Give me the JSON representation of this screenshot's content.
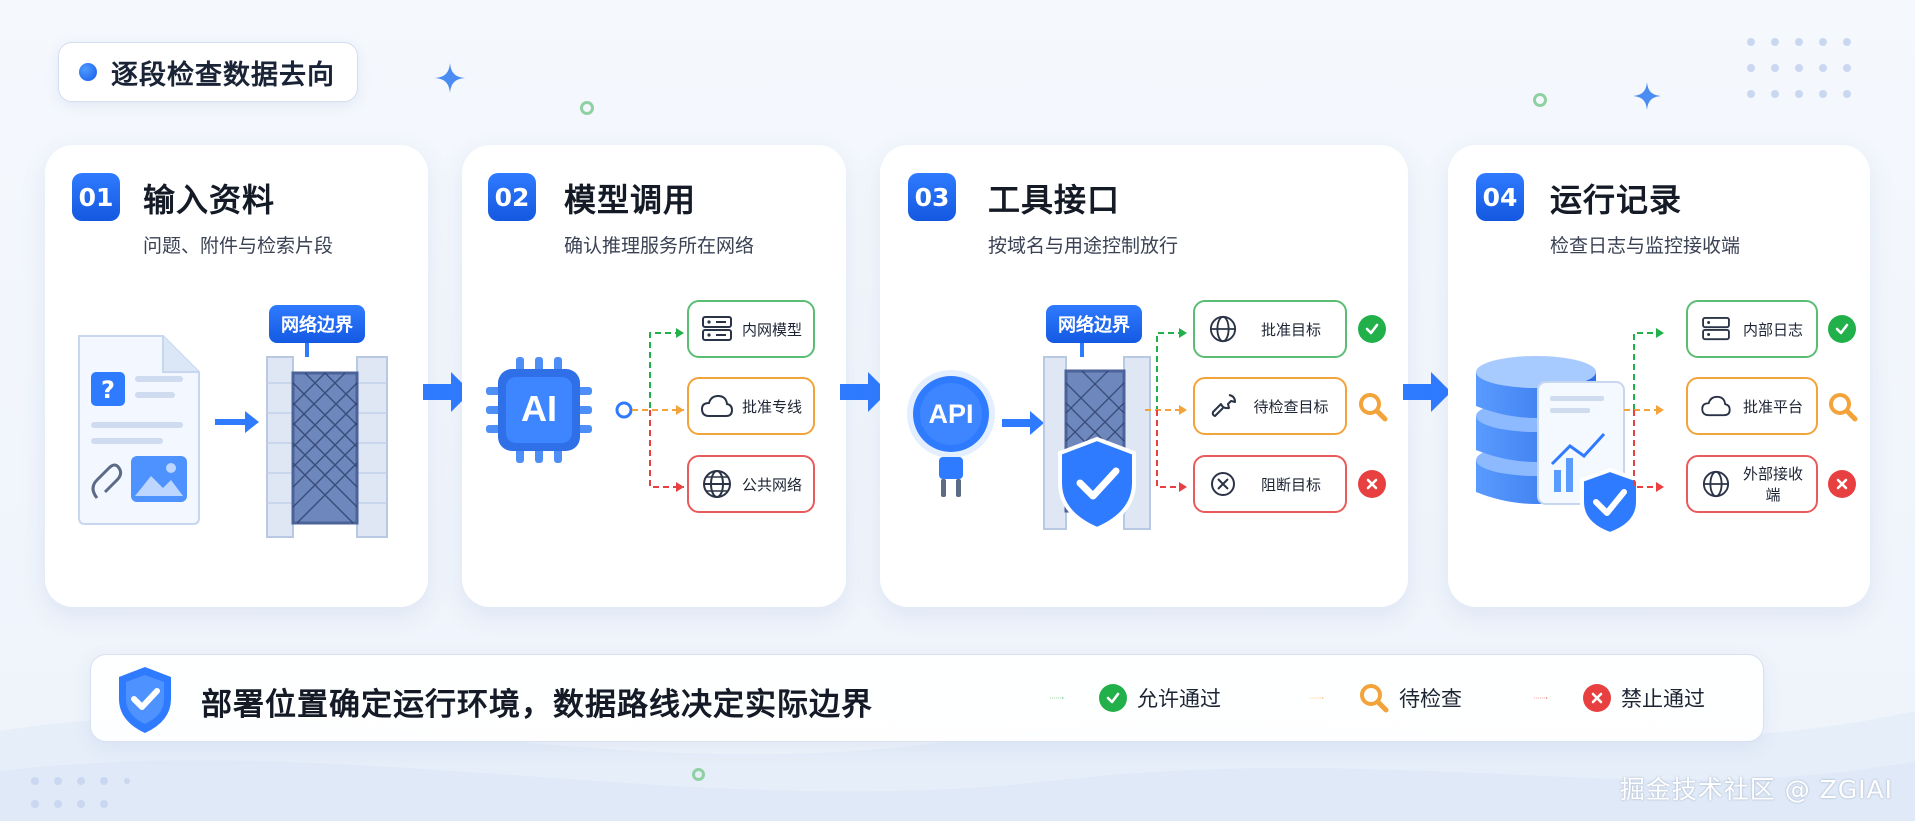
{
  "header": {
    "title": "逐段检查数据去向"
  },
  "cards": [
    {
      "number": "01",
      "title": "输入资料",
      "subtitle": "问题、附件与检索片段",
      "boundary": "网络边界"
    },
    {
      "number": "02",
      "title": "模型调用",
      "subtitle": "确认推理服务所在网络",
      "chip": "AI",
      "nodes": [
        {
          "label": "内网模型",
          "status": "allow",
          "icon": "server-icon"
        },
        {
          "label": "批准专线",
          "status": "pending",
          "icon": "cloud-icon"
        },
        {
          "label": "公共网络",
          "status": "deny",
          "icon": "globe-icon"
        }
      ]
    },
    {
      "number": "03",
      "title": "工具接口",
      "subtitle": "按域名与用途控制放行",
      "chip": "API",
      "boundary": "网络边界",
      "nodes": [
        {
          "label": "批准目标",
          "status": "allow",
          "icon": "globe-icon"
        },
        {
          "label": "待检查目标",
          "status": "pending",
          "icon": "wrench-icon"
        },
        {
          "label": "阻断目标",
          "status": "deny",
          "icon": "block-icon"
        }
      ]
    },
    {
      "number": "04",
      "title": "运行记录",
      "subtitle": "检查日志与监控接收端",
      "nodes": [
        {
          "label": "内部日志",
          "status": "allow",
          "icon": "server-icon"
        },
        {
          "label": "批准平台",
          "status": "pending",
          "icon": "cloud-icon"
        },
        {
          "label": "外部接收端",
          "status": "deny",
          "icon": "globe-icon"
        }
      ]
    }
  ],
  "footer": {
    "message": "部署位置确定运行环境，数据路线决定实际边界",
    "legend": [
      {
        "label": "允许通过",
        "color": "#22b04b"
      },
      {
        "label": "待检查",
        "color": "#f2a33a"
      },
      {
        "label": "禁止通过",
        "color": "#e84040"
      }
    ]
  },
  "watermark": "掘金技术社区 @ ZGIAI"
}
